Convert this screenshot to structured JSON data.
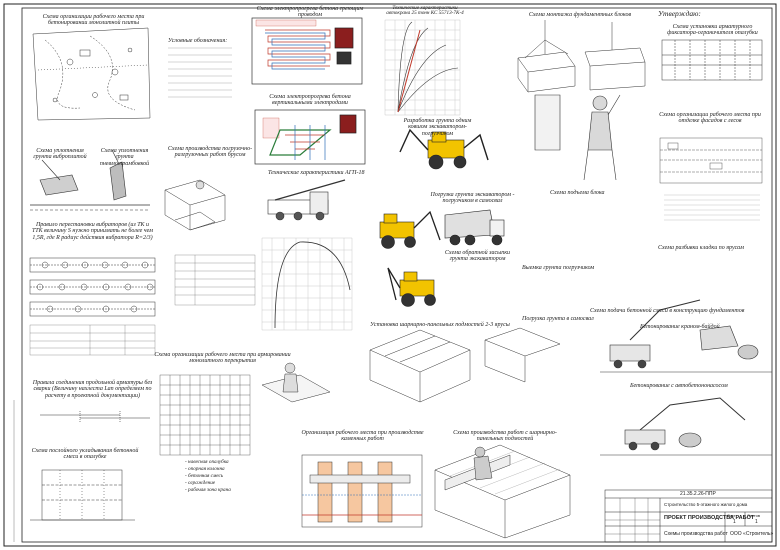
{
  "stamp": {
    "label": "Утверждаю:"
  },
  "panels": {
    "workplace_concrete": "Схема организации рабочего места при бетонировании монолитной плиты",
    "symbols_title": "Условные обозначения:",
    "concrete_heating_wires": "Схема электропрогрева бетона греющим проводом",
    "crane_chart_title": "Технические характеристики автокрана 25 тонн КС 55713-7К-4",
    "block_mounting": "Схема монтажа фундаментных блоков",
    "rebar_slinging": "Схема установки арматурного фиксатора-ограничителя опалубки",
    "compaction_vibro": "Схема уплотнения грунта виброплитой",
    "compaction_pneumo": "Схема уплотнения грунта пневмотрамбовкой",
    "concrete_heating_electrodes": "Схема электропрогрева бетона вертикальными электродами",
    "excavation_loader": "Разработка грунта одним ковшом экскаватором-погрузчиком",
    "formwork_removal": "Схема организации рабочего места при отделке фасадов с лесов",
    "loading_unloading": "Схема производства погрузочно-разгрузочных работ брусом",
    "agp_title": "Технические характеристики АГП-18",
    "vibrator_rule": "Правило перестановки вибраторов (из ТК и ТТК величину S нужно принимать не более чем 1,5R, где R радиус действия вибратора R=2/3)",
    "dump_loading": "Погрузка грунта экскаватором - погрузчиком в самосвал",
    "block_lifting": "Схема подъема блока",
    "backfill": "Схема обратной засыпки грунта экскаватором",
    "soil_trench": "Выемка грунта погрузчиком",
    "masonry_cut": "Схема разбивки кладки по ярусам",
    "soil_loading": "Погрузка грунта в самосвал",
    "concrete_supply": "Схема подачи бетонной смеси в конструкцию фундаментов",
    "concrete_crane": "Бетонирование краном-байдой",
    "scaffold_install": "Установка шарнирно-панельных подмостей 2-3 ярусы",
    "rebar_workplace": "Схема организации рабочего места при армировании монолитного перекрытия",
    "rebar_joints": "Правила соединения продольной арматуры без сварки (Величину нахлеста Lan определяем по расчету в проектной документации)",
    "concrete_vertical": "Схема послойного укладывания бетонной смеси в опалубке",
    "masonry_workplace": "Организация рабочего места при производстве каменных работ",
    "scaffold_panel": "Схема производства работ с шарнирно-панельных подмостей",
    "concrete_pump": "Бетонирование с автобетононасосом",
    "legend_lines": [
      "- навесная опалубка",
      "- опорная колонна",
      "- бетонная смесь",
      "- ограждение",
      "- рабочая зона крана"
    ]
  },
  "title_block": {
    "code": "21.35.2.26-ППР",
    "line1": "Строительство 5-этажного жилого дома",
    "line2": "ПРОЕКТ ПРОИЗВОДСТВА РАБОТ",
    "line3": "Схемы производства работ",
    "org": "ООО «Строитель»",
    "sheet_label": "Лист",
    "sheets_label": "Листов",
    "sheet_no": "1",
    "sheets_total": "1"
  }
}
